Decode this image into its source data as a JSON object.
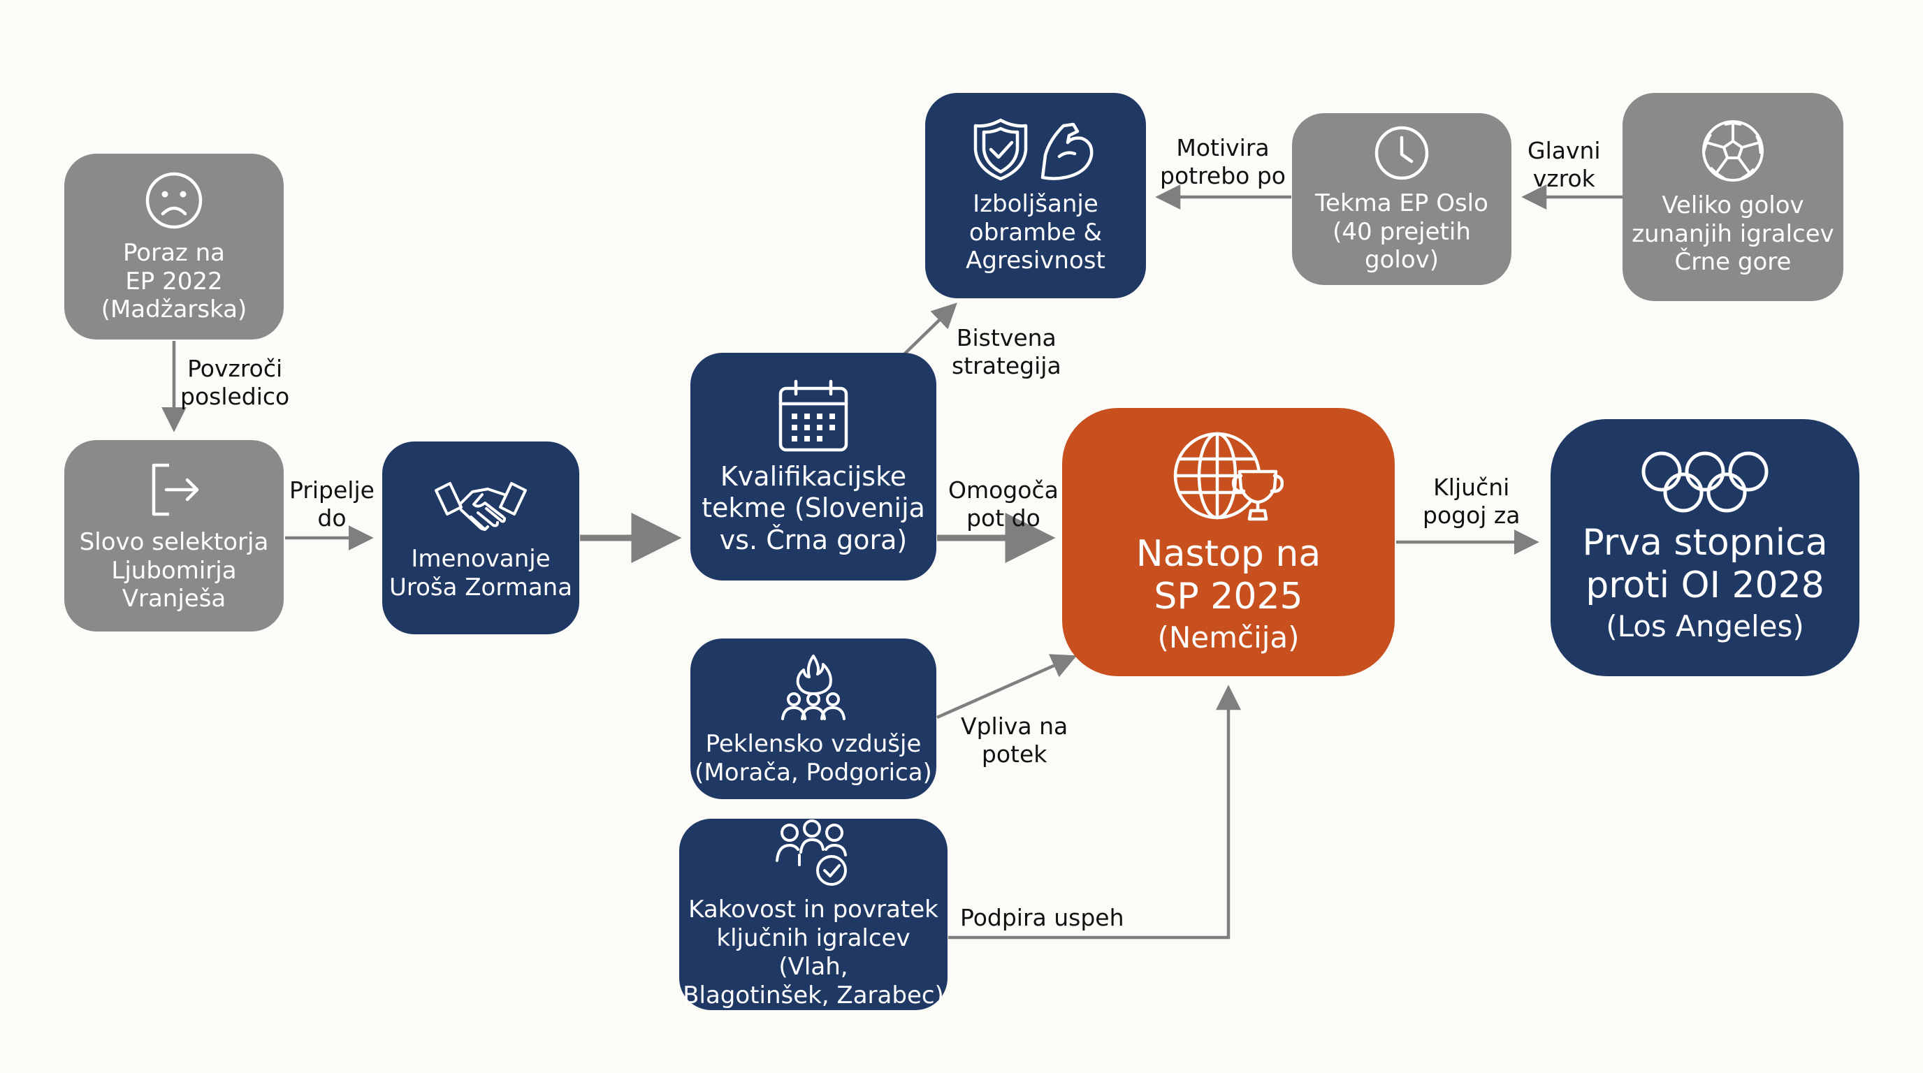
{
  "colors": {
    "gray": "#8a8a8a",
    "navy": "#1f3864",
    "orange": "#c8501f",
    "arrow": "#7f7f7f",
    "background": "#fbfbf8"
  },
  "nodes": {
    "poraz": {
      "label": "Poraz na\nEP 2022\n(Madžarska)",
      "icon": "sad-face-icon"
    },
    "slovo": {
      "label": "Slovo selektorja\nLjubomirja\nVranješa",
      "icon": "exit-door-icon"
    },
    "imenovanje": {
      "label": "Imenovanje\nUroša Zormana",
      "icon": "handshake-icon"
    },
    "kvalifikacije": {
      "label": "Kvalifikacijske\ntekme (Slovenija\nvs. Črna gora)",
      "icon": "calendar-icon"
    },
    "izboljsanje": {
      "label": "Izboljšanje\nobrambe &\nAgresivnost",
      "icon": "shield-muscle-icon"
    },
    "tekma_oslo": {
      "label": "Tekma EP Oslo\n(40 prejetih golov)",
      "icon": "clock-icon"
    },
    "veliko_golov": {
      "label": "Veliko golov\nzunanjih igralcev\nČrne gore",
      "icon": "handball-icon"
    },
    "nastop": {
      "label": "Nastop na\nSP 2025",
      "sub": "(Nemčija)",
      "icon": "globe-trophy-icon"
    },
    "prva_stopnica": {
      "label": "Prva stopnica\nproti OI 2028",
      "sub": "(Los Angeles)",
      "icon": "olympic-rings-icon"
    },
    "peklensko": {
      "label": "Peklensko vzdušje\n(Morača, Podgorica)",
      "icon": "fire-crowd-icon"
    },
    "kakovost": {
      "label": "Kakovost in povratek\nključnih igralcev (Vlah,\nBlagotinšek, Zarabec)",
      "icon": "team-check-icon"
    }
  },
  "edges": {
    "povzroci": "Povzroči\nposledico",
    "pripelje": "Pripelje\ndo",
    "bistvena": "Bistvena\nstrategija",
    "motivira": "Motivira\npotrebo po",
    "glavni": "Glavni\nvzrok",
    "omogoca": "Omogoča\npot do",
    "kljucni": "Ključni\npogoj za",
    "vpliva": "Vpliva na\npotek",
    "podpira": "Podpira uspeh"
  }
}
